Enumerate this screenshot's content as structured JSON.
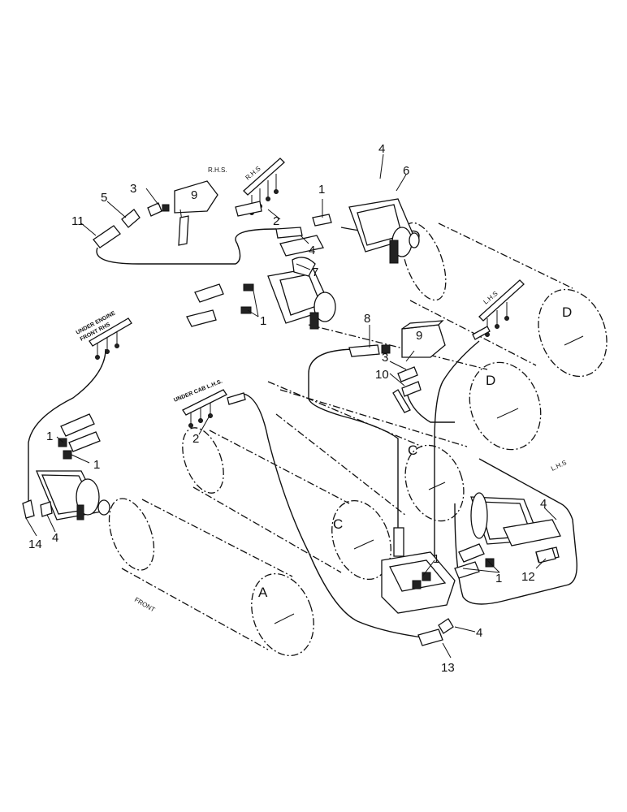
{
  "labels": {
    "rhs": "R.H.S.",
    "rhs_manifold": "R.H.S",
    "lhs_manifold": "L.H.S",
    "lhs_side": "L.H.S",
    "under_engine": "UNDER ENGINE",
    "under_engine_2": "FRONT RHS",
    "under_cab": "UNDER CAB L.H.S.",
    "front": "FRONT"
  },
  "drums": [
    "A",
    "C",
    "C",
    "D",
    "D"
  ],
  "callouts": [
    "1",
    "1",
    "1",
    "1",
    "1",
    "1",
    "2",
    "2",
    "3",
    "3",
    "4",
    "4",
    "4",
    "4",
    "4",
    "5",
    "6",
    "7",
    "8",
    "9",
    "9",
    "10",
    "11",
    "12",
    "13",
    "14"
  ],
  "icons": [
    "hydraulic-motor-icon",
    "hydraulic-pump-icon",
    "valve-block-icon",
    "manifold-icon",
    "hose-fitting-icon",
    "drum-icon"
  ]
}
